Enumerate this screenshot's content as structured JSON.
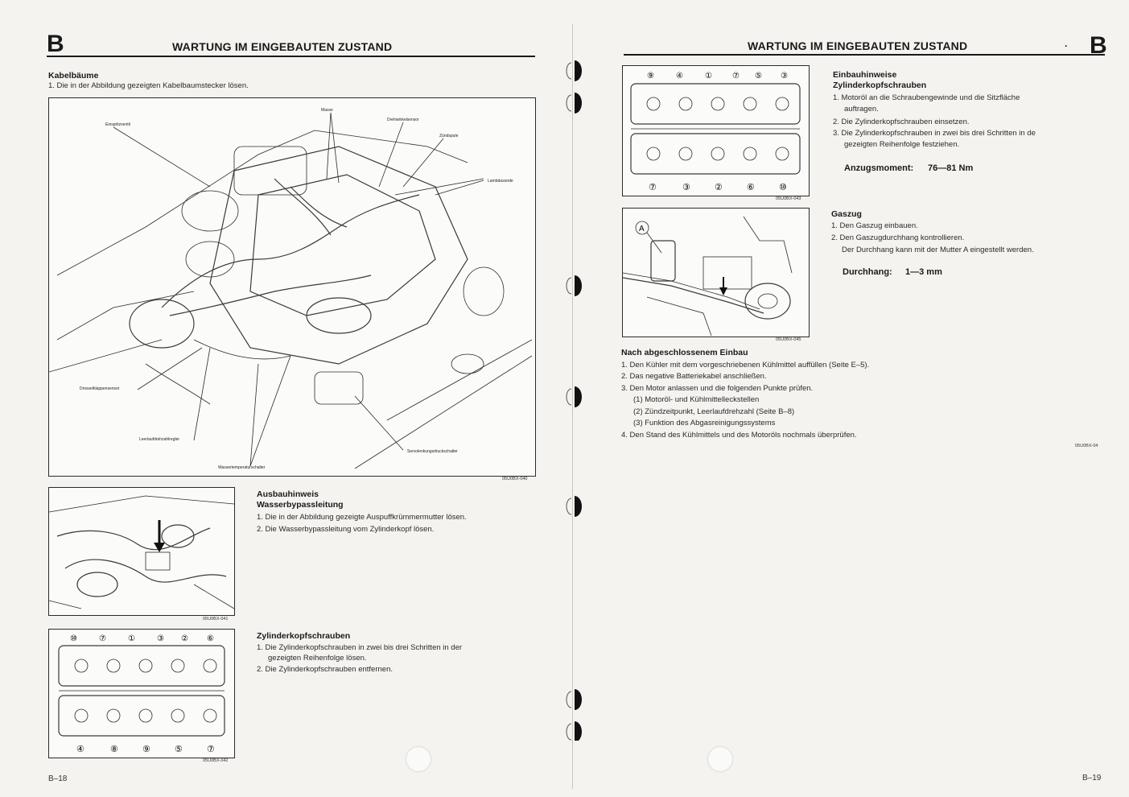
{
  "left_page": {
    "section_letter": "B",
    "header_title": "WARTUNG IM EINGEBAUTEN ZUSTAND",
    "kabelbaeume": {
      "title": "Kabelbäume",
      "steps": [
        "1. Die in der Abbildung gezeigten Kabelbaumstecker lösen."
      ]
    },
    "figure_main": {
      "code": "05U0BX-040",
      "labels": {
        "einspritzventil": "Einspritzventil",
        "masse": "Masse",
        "drehwinkelsensor": "Drehwinkelsensor",
        "zuendspule": "Zündspule",
        "lambdasonde": "Lambdasonde",
        "drosselklappensensor": "Drosselklappensensor",
        "leerlaufdrehzahlregler": "Leerlaufdrehzahlregler",
        "servolenkung": "Servolenkungsdruckschalter",
        "wassertemperatur": "Wassertemperaturschalter"
      }
    },
    "ausbau": {
      "title1": "Ausbauhinweis",
      "title2": "Wasserbypassleitung",
      "steps": [
        "1. Die in der Abbildung gezeigte Auspuffkrümmermutter lösen.",
        "2. Die Wasserbypassleitung vom Zylinderkopf lösen."
      ],
      "figure_code": "05U0BX-041"
    },
    "zylinderkopf": {
      "title": "Zylinderkopfschrauben",
      "steps": [
        "1. Die Zylinderkopfschrauben in zwei bis drei Schritten in der",
        "gezeigten Reihenfolge lösen.",
        "2. Die Zylinderkopfschrauben entfernen."
      ],
      "figure_code": "05U0BX-042",
      "top_numbers": [
        "⑩",
        "⑦",
        "①",
        "③",
        "②",
        "⑥"
      ],
      "bottom_numbers": [
        "④",
        "⑧",
        "⑨",
        "⑤",
        "⑦"
      ]
    },
    "page_number": "B–18"
  },
  "right_page": {
    "section_letter": "B",
    "header_title": "WARTUNG IM EINGEBAUTEN ZUSTAND",
    "einbau": {
      "title1": "Einbauhinweise",
      "title2": "Zylinderkopfschrauben",
      "steps": [
        "1. Motoröl an die Schraubengewinde und die Sitzfläche",
        "auftragen.",
        "2. Die Zylinderkopfschrauben einsetzen.",
        "3. Die Zylinderkopfschrauben in zwei bis drei Schritten in de",
        "gezeigten Reihenfolge festziehen."
      ],
      "torque_label": "Anzugsmoment:",
      "torque_value": "76—81 Nm",
      "figure_code": "05U0BX-043",
      "top_numbers": [
        "⑨",
        "④",
        "①",
        "⑦",
        "⑤",
        "③"
      ],
      "bottom_numbers": [
        "⑦",
        "③",
        "②",
        "⑥",
        "⑩"
      ]
    },
    "gaszug": {
      "title": "Gaszug",
      "steps": [
        "1. Den Gaszug einbauen.",
        "2. Den Gaszugdurchhang kontrollieren.",
        "Der Durchhang kann mit der Mutter A eingestellt werden."
      ],
      "sag_label": "Durchhang:",
      "sag_value": "1—3 mm",
      "figure_code": "05U0BX-045",
      "marker_a": "A"
    },
    "nach_einbau": {
      "title": "Nach abgeschlossenem Einbau",
      "steps": [
        "1. Den Kühler mit dem vorgeschriebenen Kühlmittel auffüllen (Seite E–5).",
        "2. Das negative Batteriekabel anschließen.",
        "3. Den Motor anlassen und die folgenden Punkte prüfen.",
        "(1) Motoröl- und Kühlmittelleckstellen",
        "(2) Zündzeitpunkt, Leerlaufdrehzahl (Seite B–8)",
        "(3) Funktion des Abgasreinigungssystems",
        "4. Den Stand des Kühlmittels und des Motoröls nochmals überprüfen."
      ],
      "code": "05U0BX-04"
    },
    "page_number": "B–19"
  }
}
